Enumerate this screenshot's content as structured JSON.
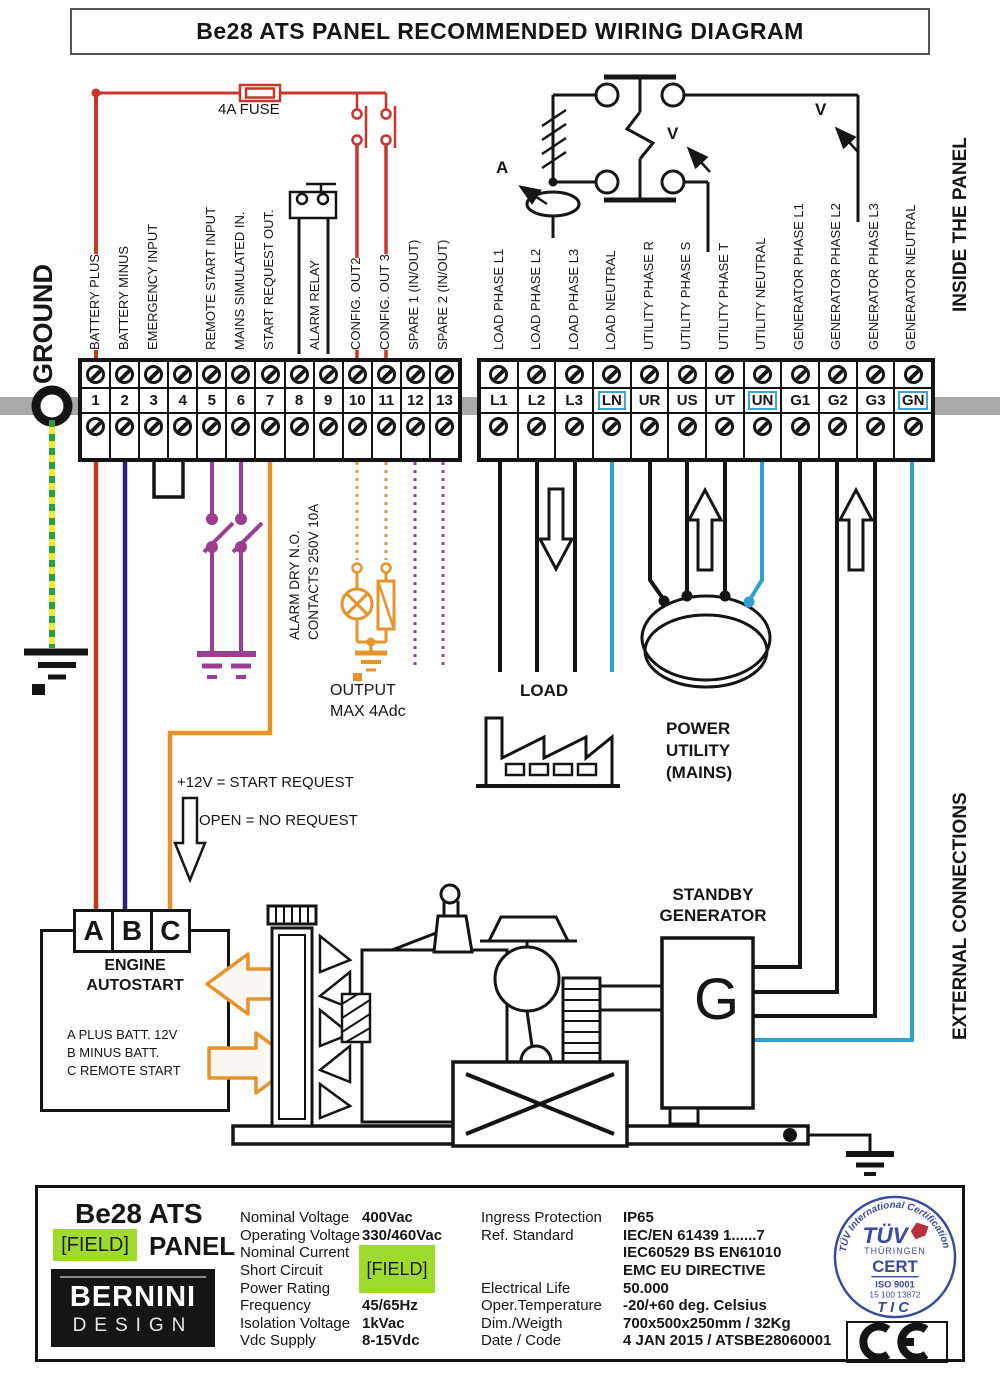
{
  "title": "Be28 ATS PANEL RECOMMENDED WIRING DIAGRAM",
  "side_labels": {
    "ground": "GROUND",
    "inside_panel": "INSIDE THE PANEL",
    "external_connections": "EXTERNAL CONNECTIONS"
  },
  "terminal_blocks": {
    "left": {
      "terminals": [
        {
          "num": "1",
          "label": "BATTERY PLUS"
        },
        {
          "num": "2",
          "label": "BATTERY MINUS"
        },
        {
          "num": "3",
          "label": "EMERGENCY INPUT"
        },
        {
          "num": "4",
          "label": ""
        },
        {
          "num": "5",
          "label": "REMOTE START INPUT"
        },
        {
          "num": "6",
          "label": "MAINS SIMULATED IN."
        },
        {
          "num": "7",
          "label": "START REQUEST OUT."
        },
        {
          "num": "8",
          "label": ""
        },
        {
          "num": "9",
          "label": "ALARM RELAY",
          "label_dx": -12
        },
        {
          "num": "10",
          "label": "CONFIG. OUT2"
        },
        {
          "num": "11",
          "label": "CONFIG. OUT 3"
        },
        {
          "num": "12",
          "label": "SPARE 1 (IN/OUT)"
        },
        {
          "num": "13",
          "label": "SPARE 2 (IN/OUT)"
        }
      ]
    },
    "right": {
      "terminals": [
        {
          "num": "L1",
          "label": "LOAD PHASE L1"
        },
        {
          "num": "L2",
          "label": "LOAD PHASE L2"
        },
        {
          "num": "L3",
          "label": "LOAD PHASE L3"
        },
        {
          "num": "LN",
          "label": "LOAD NEUTRAL",
          "highlight": true
        },
        {
          "num": "UR",
          "label": "UTILITY PHASE R"
        },
        {
          "num": "US",
          "label": "UTILITY PHASE S"
        },
        {
          "num": "UT",
          "label": "UTILITY PHASE T"
        },
        {
          "num": "UN",
          "label": "UTILITY NEUTRAL",
          "highlight": true
        },
        {
          "num": "G1",
          "label": "GENERATOR PHASE L1"
        },
        {
          "num": "G2",
          "label": "GENERATOR PHASE L2"
        },
        {
          "num": "G3",
          "label": "GENERATOR PHASE L3"
        },
        {
          "num": "GN",
          "label": "GENERATOR NEUTRAL",
          "highlight": true
        }
      ]
    }
  },
  "annotations": {
    "fuse": "4A FUSE",
    "ammeter": "A",
    "voltmeter_utility": "V",
    "voltmeter_generator": "V",
    "alarm_line1": "ALARM DRY N.O.",
    "alarm_line2": "CONTACTS 250V 10A",
    "output": "OUTPUT\nMAX 4Adc",
    "load": "LOAD",
    "power_utility": "POWER\nUTILITY\n(MAINS)",
    "standby_generator": "STANDBY\nGENERATOR",
    "generator_letter": "G",
    "start_request": "+12V  = START REQUEST",
    "no_request": "OPEN  = NO REQUEST"
  },
  "engine_autostart": {
    "terminals": [
      "A",
      "B",
      "C"
    ],
    "title": "ENGINE\nAUTOSTART",
    "notes": "A PLUS BATT. 12V\nB MINUS BATT.\nC REMOTE START"
  },
  "footer": {
    "product": "Be28 ATS",
    "field_tag": "[FIELD]",
    "panel": "PANEL",
    "brand_line1": "BERNINI",
    "brand_line2": "DESIGN",
    "field_value": "[FIELD]",
    "left_specs": [
      {
        "label": "Nominal Voltage",
        "value": "400Vac"
      },
      {
        "label": "Operating Voltage",
        "value": "330/460Vac"
      },
      {
        "label": "Nominal Current",
        "value": ""
      },
      {
        "label": "Short Circuit",
        "value": ""
      },
      {
        "label": "Power Rating",
        "value": ""
      },
      {
        "label": "Frequency",
        "value": "45/65Hz"
      },
      {
        "label": "Isolation Voltage",
        "value": "1kVac"
      },
      {
        "label": "Vdc Supply",
        "value": "8-15Vdc"
      }
    ],
    "right_specs": [
      {
        "label": "Ingress Protection",
        "value": "IP65"
      },
      {
        "label": "Ref. Standard",
        "value": "IEC/EN 61439 1......7"
      },
      {
        "label": "",
        "value": "IEC60529 BS EN61010"
      },
      {
        "label": "",
        "value": "EMC EU DIRECTIVE"
      },
      {
        "label": "Electrical Life",
        "value": "50.000"
      },
      {
        "label": "Oper.Temperature",
        "value": "-20/+60 deg. Celsius"
      },
      {
        "label": "Dim./Weigth",
        "value": "700x500x250mm / 32Kg"
      },
      {
        "label": "Date / Code",
        "value": "4 JAN 2015 / ATSBE28060001"
      }
    ],
    "tuv": {
      "ring_text": "TÜV International Certification",
      "logo": "TÜV",
      "region": "THÜRINGEN",
      "cert": "CERT",
      "iso": "ISO 9001",
      "number": "15 100 13872",
      "tic": "TIC"
    },
    "ce_mark": "CE"
  },
  "colors": {
    "battery_plus": "#c9342c",
    "battery_minus": "#2b2178",
    "start_request": "#e8922a",
    "alarm_contacts": "#9b3d92",
    "neutral_blue": "#2f9fd0",
    "ground_yellow": "#f0e73a",
    "ground_green": "#2f9e41",
    "bus_grey": "#a9a9a9",
    "field_green": "#9fdb2d",
    "tuv_blue": "#3a4a9f"
  }
}
